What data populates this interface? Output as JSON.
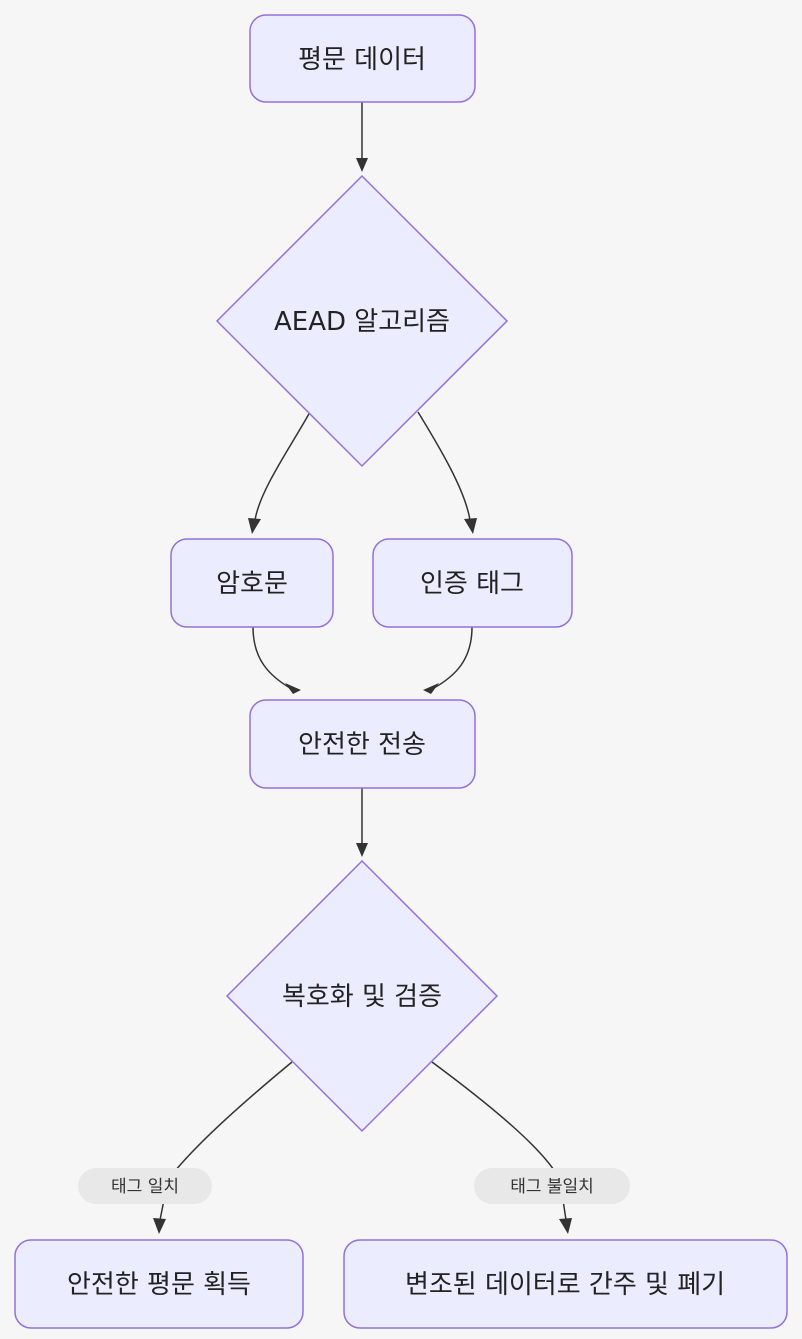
{
  "diagram": {
    "type": "flowchart",
    "nodes": {
      "plaintext": "평문 데이터",
      "aead": "AEAD 알고리즘",
      "ciphertext": "암호문",
      "auth_tag": "인증 태그",
      "secure_transfer": "안전한 전송",
      "decrypt_verify": "복호화 및 검증",
      "plaintext_ok": "안전한 평문 획득",
      "tampered": "변조된 데이터로 간주 및 폐기"
    },
    "edge_labels": {
      "tag_match": "태그 일치",
      "tag_mismatch": "태그 불일치"
    },
    "edges": [
      {
        "from": "plaintext",
        "to": "aead"
      },
      {
        "from": "aead",
        "to": "ciphertext"
      },
      {
        "from": "aead",
        "to": "auth_tag"
      },
      {
        "from": "ciphertext",
        "to": "secure_transfer"
      },
      {
        "from": "auth_tag",
        "to": "secure_transfer"
      },
      {
        "from": "secure_transfer",
        "to": "decrypt_verify"
      },
      {
        "from": "decrypt_verify",
        "to": "plaintext_ok",
        "label": "tag_match"
      },
      {
        "from": "decrypt_verify",
        "to": "tampered",
        "label": "tag_mismatch"
      }
    ],
    "colors": {
      "node_fill": "#ececff",
      "node_stroke": "#9370db",
      "edge": "#333333",
      "label_background": "#e8e8e8",
      "background": "#f6f6f6"
    }
  }
}
